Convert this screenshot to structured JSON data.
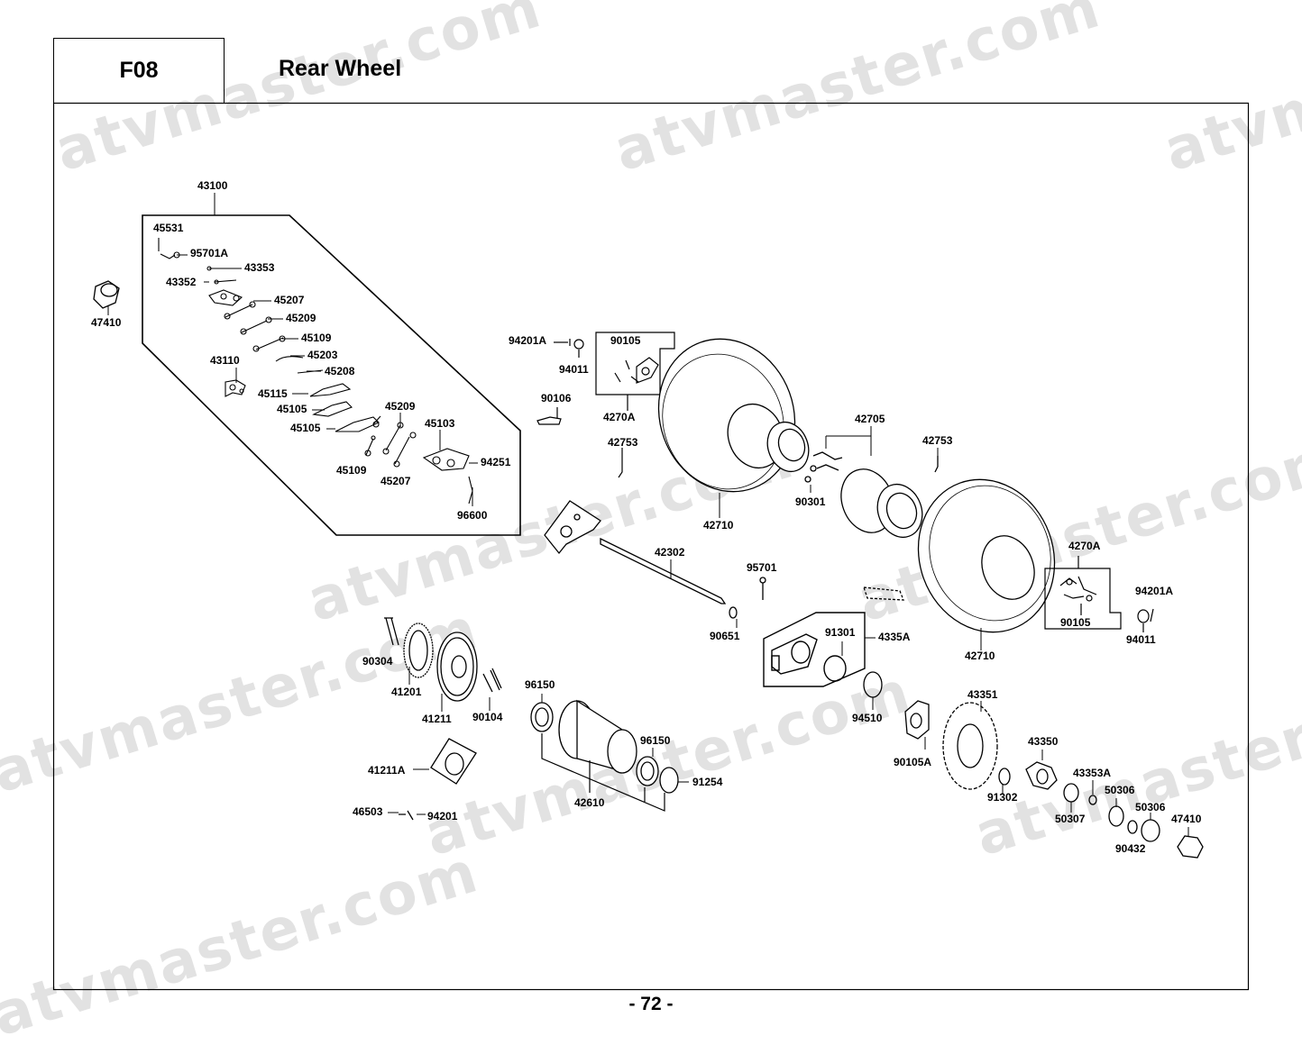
{
  "header": {
    "code": "F08",
    "title": "Rear Wheel"
  },
  "page_number": "- 72 -",
  "watermark": "atvmaster.com",
  "part_labels": {
    "p43100": "43100",
    "p45531": "45531",
    "p95701A": "95701A",
    "p43353": "43353",
    "p43352": "43352",
    "p45207a": "45207",
    "p45209a": "45209",
    "p45109a": "45109",
    "p45203": "45203",
    "p43110": "43110",
    "p45208": "45208",
    "p45115": "45115",
    "p45105a": "45105",
    "p45105b": "45105",
    "p45209b": "45209",
    "p45103": "45103",
    "p94251": "94251",
    "p45109b": "45109",
    "p45207b": "45207",
    "p96600": "96600",
    "p47410a": "47410",
    "p94201Aa": "94201A",
    "p90105a": "90105",
    "p94011a": "94011",
    "p90106": "90106",
    "p4270Aa": "4270A",
    "p42753a": "42753",
    "p42705": "42705",
    "p42753b": "42753",
    "p90301": "90301",
    "p42710a": "42710",
    "p42302": "42302",
    "p95701": "95701",
    "p4270Ab": "4270A",
    "p94201Ab": "94201A",
    "p90105b": "90105",
    "p94011b": "94011",
    "p90651": "90651",
    "p91301": "91301",
    "p4335A": "4335A",
    "p42710b": "42710",
    "p90304": "90304",
    "p41201": "41201",
    "p41211": "41211",
    "p90104": "90104",
    "p96150a": "96150",
    "p96150b": "96150",
    "p91254": "91254",
    "p42610": "42610",
    "p94510": "94510",
    "p43351": "43351",
    "p90105A": "90105A",
    "p43350": "43350",
    "p91302": "91302",
    "p43353A": "43353A",
    "p50306a": "50306",
    "p50307": "50307",
    "p50306b": "50306",
    "p90432": "90432",
    "p47410b": "47410",
    "p41211A": "41211A",
    "p46503": "46503",
    "p94201": "94201"
  }
}
